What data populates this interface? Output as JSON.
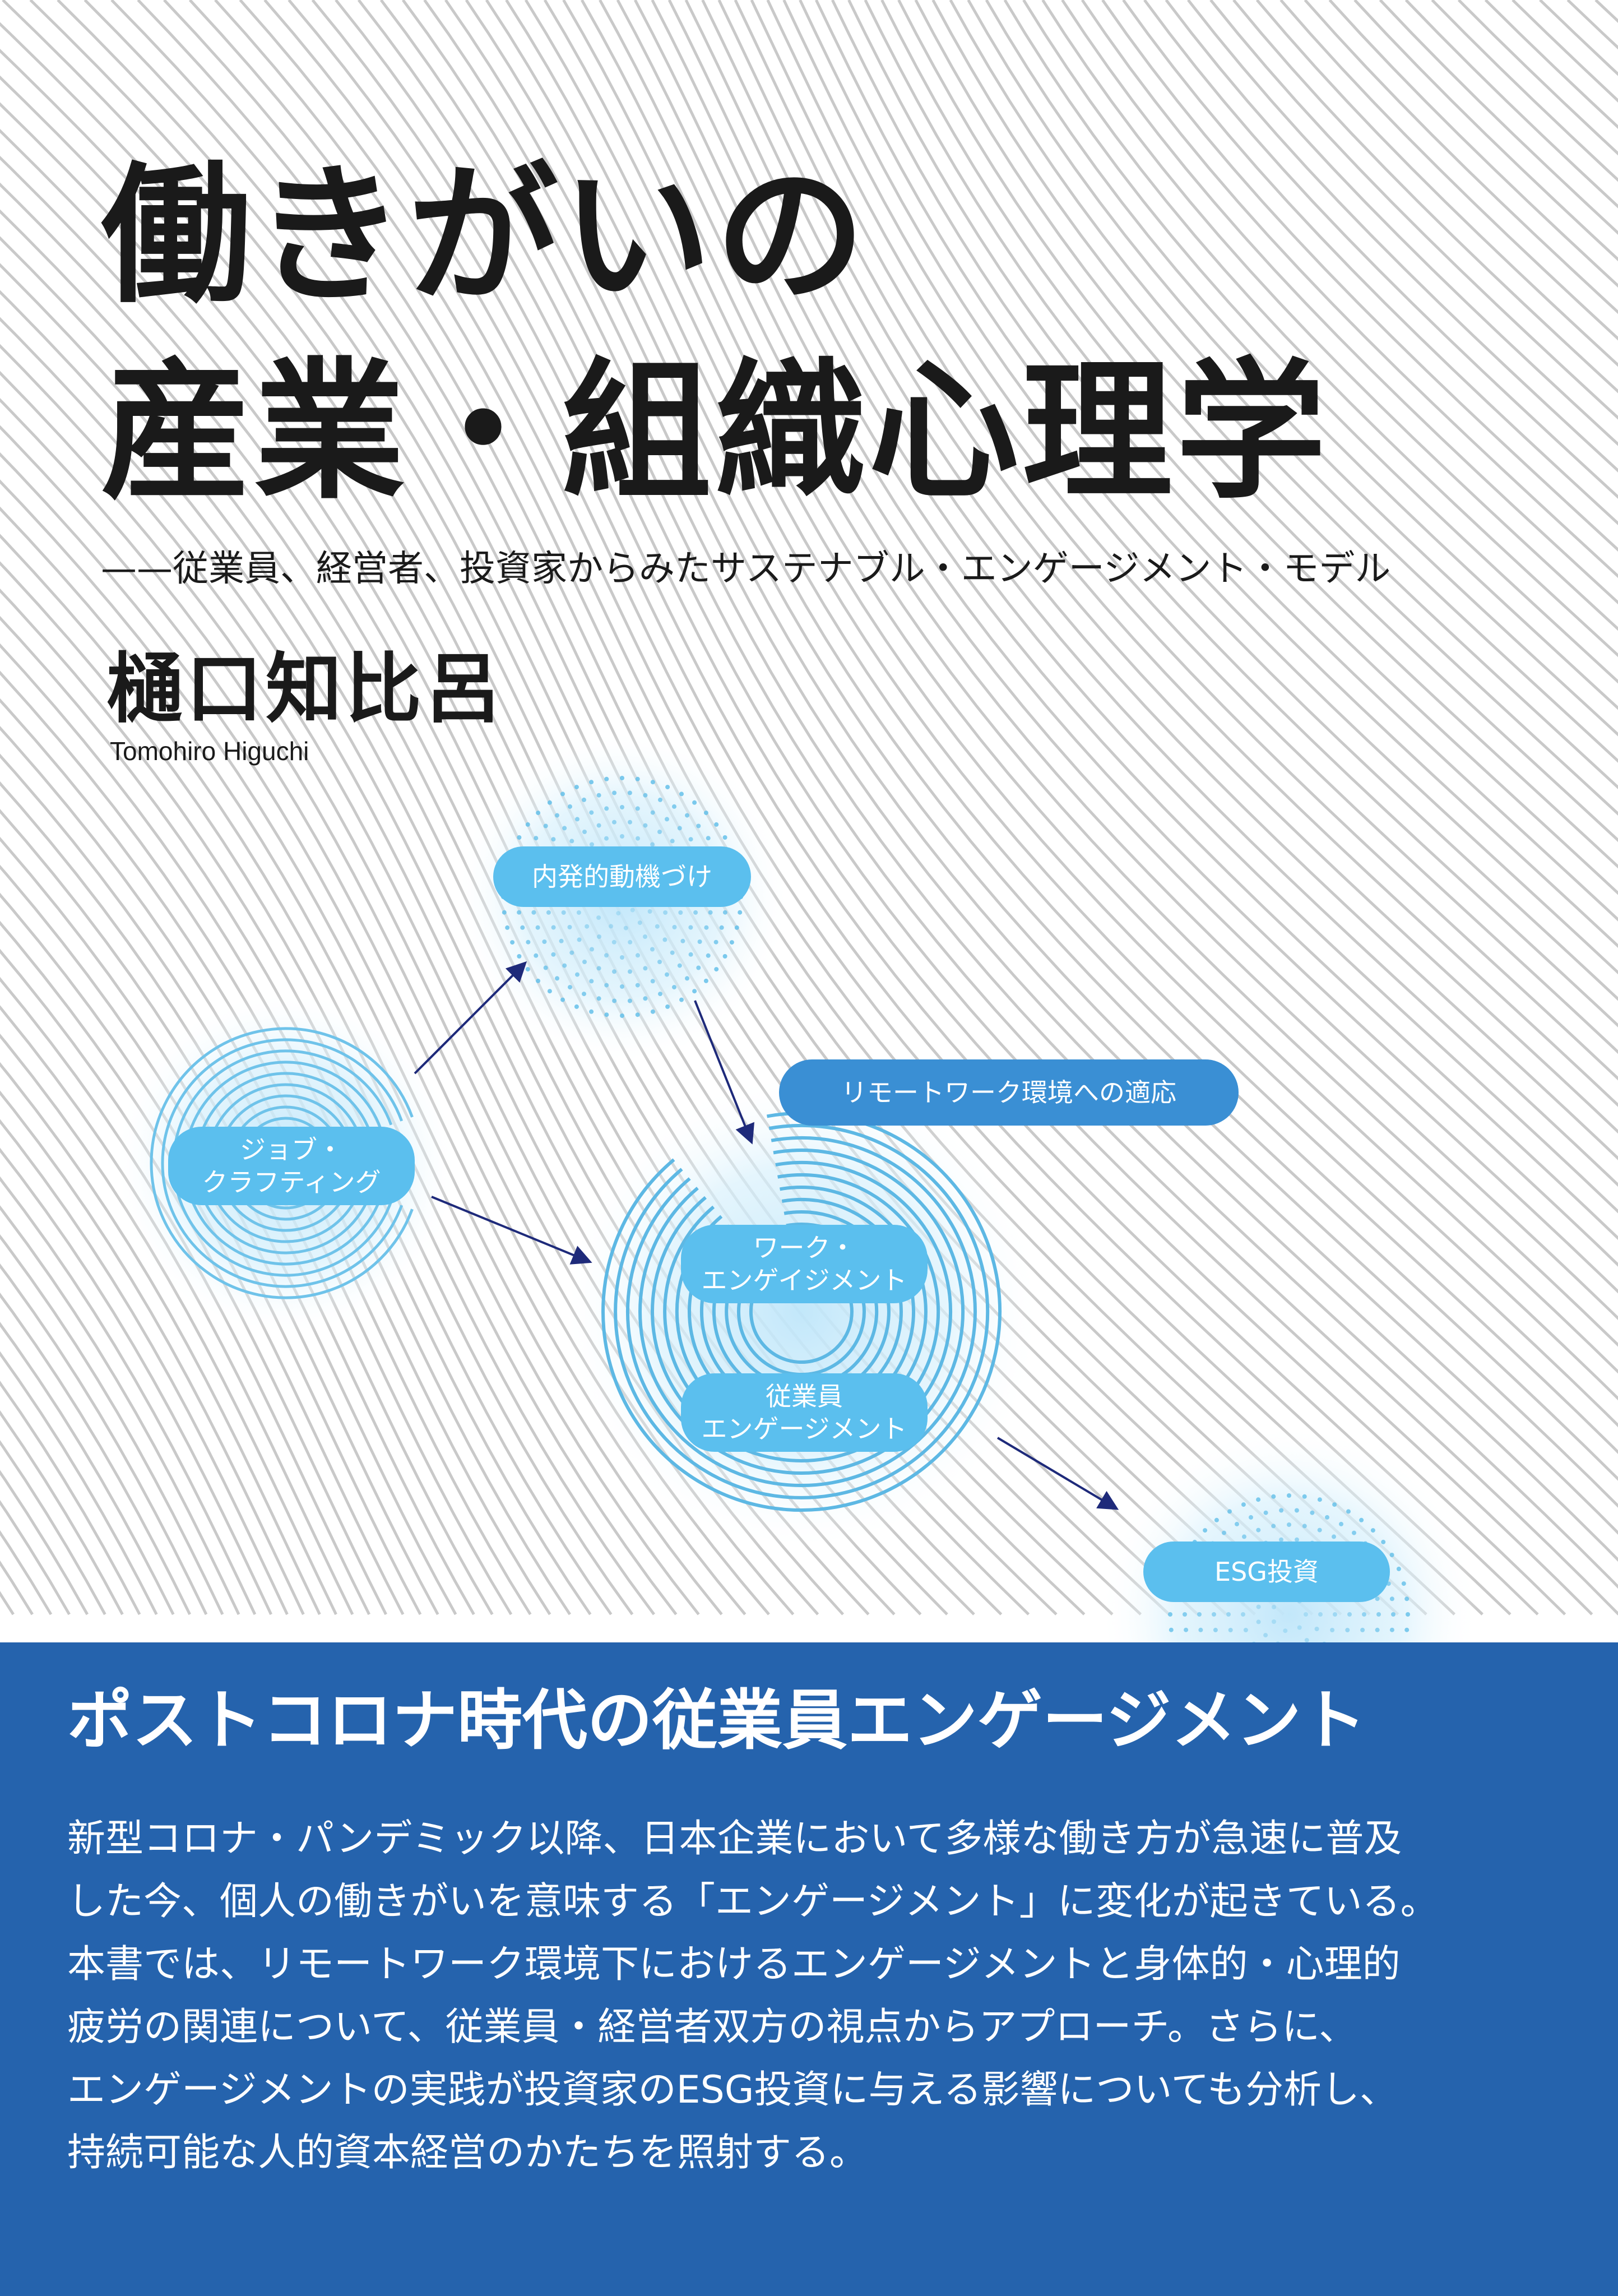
{
  "book": {
    "title_line1": "働きがいの",
    "title_line2": "産業・組織心理学",
    "subtitle": "——従業員、経営者、投資家からみたサステナブル・エンゲージメント・モデル",
    "author": "樋口知比呂",
    "author_romanized": "Tomohiro Higuchi"
  },
  "diagram": {
    "nodes": {
      "intrinsic": "内発的動機づけ",
      "remote": "リモートワーク環境への適応",
      "job_crafting": [
        "ジョブ・",
        "クラフティング"
      ],
      "work_engagement": [
        "ワーク・",
        "エンゲイジメント"
      ],
      "employee_engagement": [
        "従業員",
        "エンゲージメント"
      ],
      "esg": "ESG投資"
    }
  },
  "band": {
    "headline": "ポストコロナ時代の従業員エンゲージメント",
    "body_lines": [
      "新型コロナ・パンデミック以降、日本企業において多様な働き方が急速に普及",
      "した今、個人の働きがいを意味する「エンゲージメント」に変化が起きている。",
      "本書では、リモートワーク環境下におけるエンゲージメントと身体的・心理的",
      "疲労の関連について、従業員・経営者双方の視点からアプローチ。さらに、",
      "エンゲージメントの実践が投資家のESG投資に与える影響についても分析し、",
      "持続可能な人的資本経営のかたちを照射する。"
    ]
  },
  "colors": {
    "band_blue": "#2563ad",
    "pill_light": "#5bbfee",
    "pill_dark": "#3a8fd4",
    "arrow_navy": "#1e2a7a"
  }
}
